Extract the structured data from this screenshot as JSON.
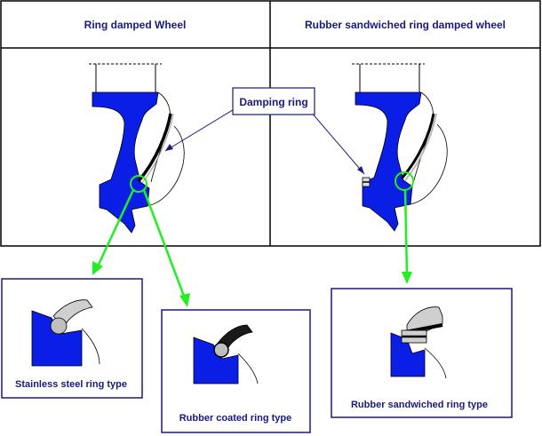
{
  "header": {
    "left_title": "Ring damped Wheel",
    "right_title": "Rubber sandwiched ring damped wheel"
  },
  "callout": {
    "label": "Damping ring"
  },
  "details": [
    {
      "caption": "Stainless steel ring type"
    },
    {
      "caption": "Rubber coated ring type"
    },
    {
      "caption": "Rubber sandwiched ring type"
    }
  ],
  "colors": {
    "wheel_blue": "#0b1ee6",
    "arrow_green": "#22ee22",
    "frame_navy": "#1a1a7a",
    "ring_gray": "#b8b8b8"
  }
}
